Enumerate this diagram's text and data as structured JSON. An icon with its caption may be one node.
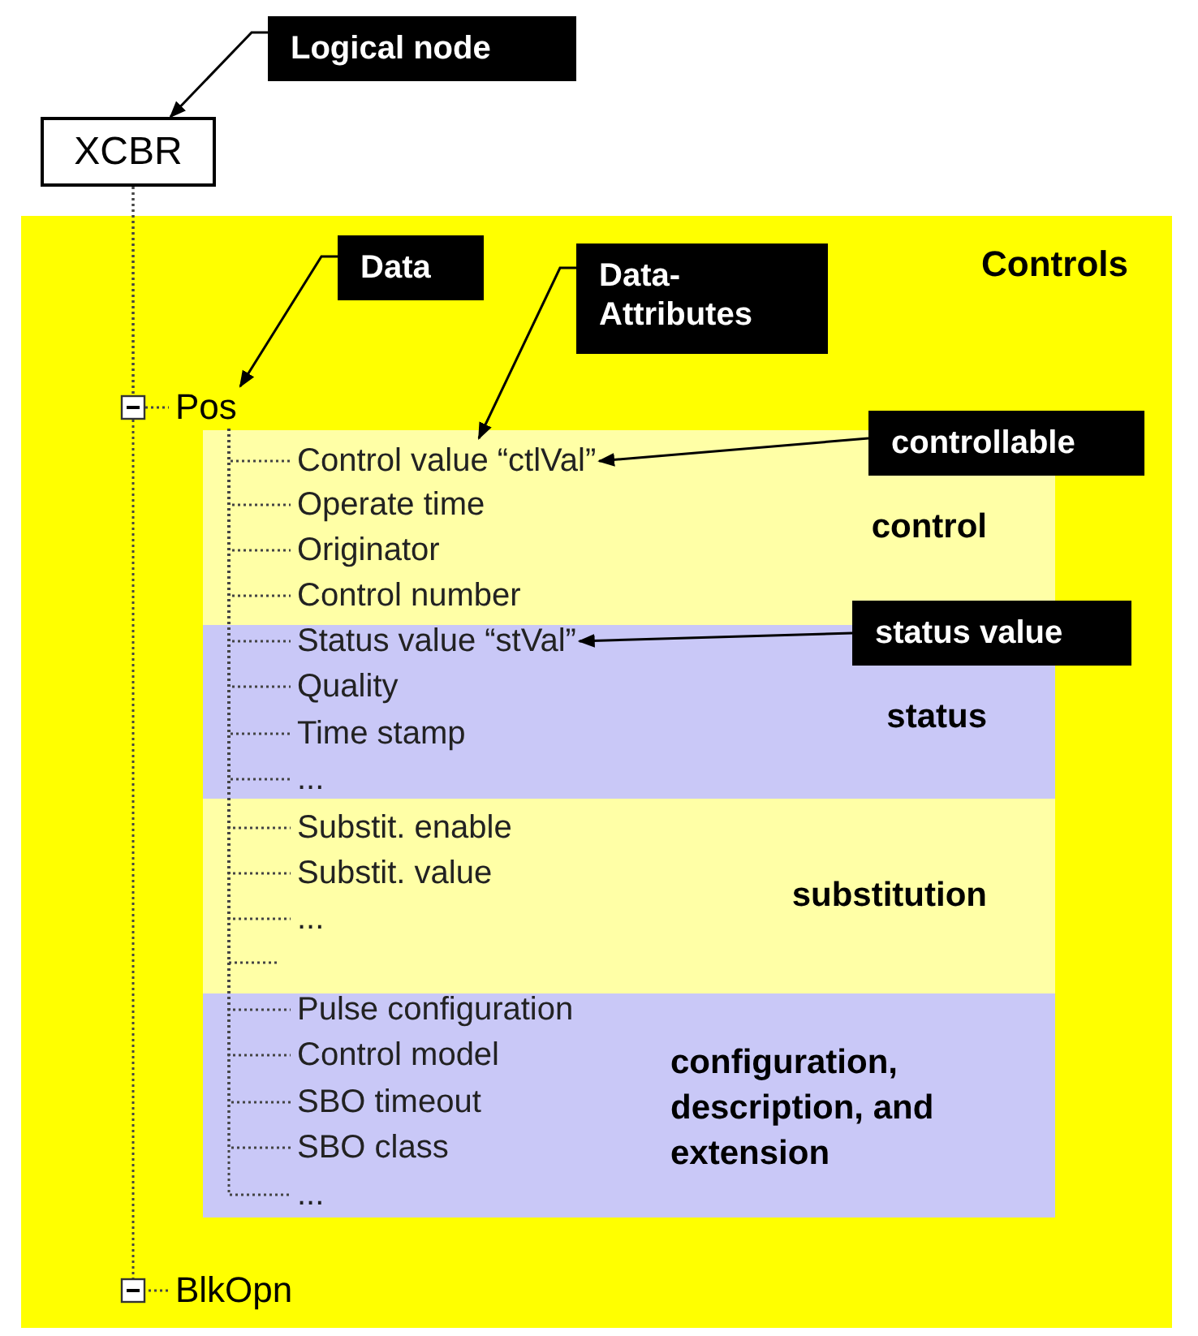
{
  "diagram": {
    "nodes": [
      {
        "text": [
          "Logical node"
        ]
      },
      {
        "text": [
          "XCBR"
        ]
      },
      {
        "text": [
          "Controls"
        ]
      },
      {
        "text": [
          "Data"
        ],
        "in": 2
      },
      {
        "text": [
          "Data- Attributes"
        ],
        "in": 2
      },
      {
        "text": [
          "Pos"
        ],
        "in": 2
      },
      {
        "text": [
          "control"
        ],
        "in": 2
      },
      {
        "text": [
          "Control value “ctlVal”"
        ],
        "in": 6
      },
      {
        "text": [
          "Operate time"
        ],
        "in": 6
      },
      {
        "text": [
          "Originator"
        ],
        "in": 6
      },
      {
        "text": [
          "Control number"
        ],
        "in": 6
      },
      {
        "text": [
          "controllable"
        ],
        "in": 2
      },
      {
        "text": [
          "status"
        ],
        "in": 2
      },
      {
        "text": [
          "Status value “stVal”"
        ],
        "in": 12
      },
      {
        "text": [
          "Quality"
        ],
        "in": 12
      },
      {
        "text": [
          "Time stamp"
        ],
        "in": 12
      },
      {
        "text": [
          "..."
        ],
        "in": 12
      },
      {
        "text": [
          "status value"
        ],
        "in": 2
      },
      {
        "text": [
          "substitution"
        ],
        "in": 2
      },
      {
        "text": [
          "Substit. enable"
        ],
        "in": 18
      },
      {
        "text": [
          "Substit. value"
        ],
        "in": 18
      },
      {
        "text": [
          "..."
        ],
        "in": 18
      },
      {
        "text": [
          "configuration, description, and extension"
        ],
        "in": 2
      },
      {
        "text": [
          "Pulse configuration"
        ],
        "in": 22
      },
      {
        "text": [
          "Control model"
        ],
        "in": 22
      },
      {
        "text": [
          "SBO timeout"
        ],
        "in": 22
      },
      {
        "text": [
          "SBO class"
        ],
        "in": 22
      },
      {
        "text": [
          "..."
        ],
        "in": 22
      },
      {
        "text": [
          "BlkOpn"
        ],
        "in": 2
      }
    ],
    "edges": [
      {
        "from": 0,
        "to": 1,
        "arrow": "to"
      },
      {
        "from": 3,
        "to": 5,
        "arrow": "to"
      },
      {
        "from": 4,
        "to": 7,
        "arrow": "to"
      },
      {
        "from": 11,
        "to": 7,
        "arrow": "to"
      },
      {
        "from": 17,
        "to": 13,
        "arrow": "to"
      },
      {
        "from": 1,
        "to": 5,
        "arrow": "none",
        "style": "dashed"
      },
      {
        "from": 1,
        "to": 28,
        "arrow": "none",
        "style": "dashed"
      },
      {
        "from": 5,
        "to": 7,
        "arrow": "none",
        "style": "dashed"
      },
      {
        "from": 5,
        "to": 8,
        "arrow": "none",
        "style": "dashed"
      },
      {
        "from": 5,
        "to": 9,
        "arrow": "none",
        "style": "dashed"
      },
      {
        "from": 5,
        "to": 10,
        "arrow": "none",
        "style": "dashed"
      },
      {
        "from": 5,
        "to": 13,
        "arrow": "none",
        "style": "dashed"
      },
      {
        "from": 5,
        "to": 14,
        "arrow": "none",
        "style": "dashed"
      },
      {
        "from": 5,
        "to": 15,
        "arrow": "none",
        "style": "dashed"
      },
      {
        "from": 5,
        "to": 16,
        "arrow": "none",
        "style": "dashed"
      },
      {
        "from": 5,
        "to": 19,
        "arrow": "none",
        "style": "dashed"
      },
      {
        "from": 5,
        "to": 20,
        "arrow": "none",
        "style": "dashed"
      },
      {
        "from": 5,
        "to": 21,
        "arrow": "none",
        "style": "dashed"
      },
      {
        "from": 5,
        "to": 23,
        "arrow": "none",
        "style": "dashed"
      },
      {
        "from": 5,
        "to": 24,
        "arrow": "none",
        "style": "dashed"
      },
      {
        "from": 5,
        "to": 25,
        "arrow": "none",
        "style": "dashed"
      },
      {
        "from": 5,
        "to": 26,
        "arrow": "none",
        "style": "dashed"
      },
      {
        "from": 5,
        "to": 27,
        "arrow": "none",
        "style": "dashed"
      }
    ]
  }
}
